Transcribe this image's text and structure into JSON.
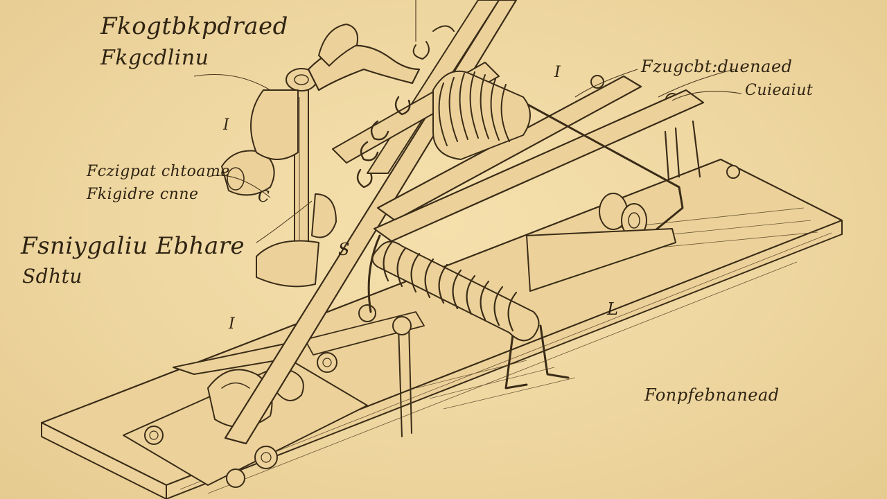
{
  "annotations": {
    "top_left_title": "Fkogtbkpdraed",
    "top_left_sub": "Fkgcdlinu",
    "mid_left_a": "Fczigpat chtoame",
    "mid_left_b": "Fkigidre cnne",
    "big_left_a": "Fsniygaliu Ebhare",
    "big_left_b": "Sdhtu",
    "top_right_a": "Fzugcbt:duenaed",
    "top_right_b": "Cuieaiut",
    "bottom_right": "Fonpfebnanead"
  },
  "reference_letters": {
    "letter_1": "I",
    "letter_2": "I",
    "letter_3": "C",
    "letter_4": "S",
    "letter_5": "I",
    "letter_6": "L"
  },
  "palette": {
    "paper": "#f0d9a4",
    "ink": "#3a2c18"
  }
}
